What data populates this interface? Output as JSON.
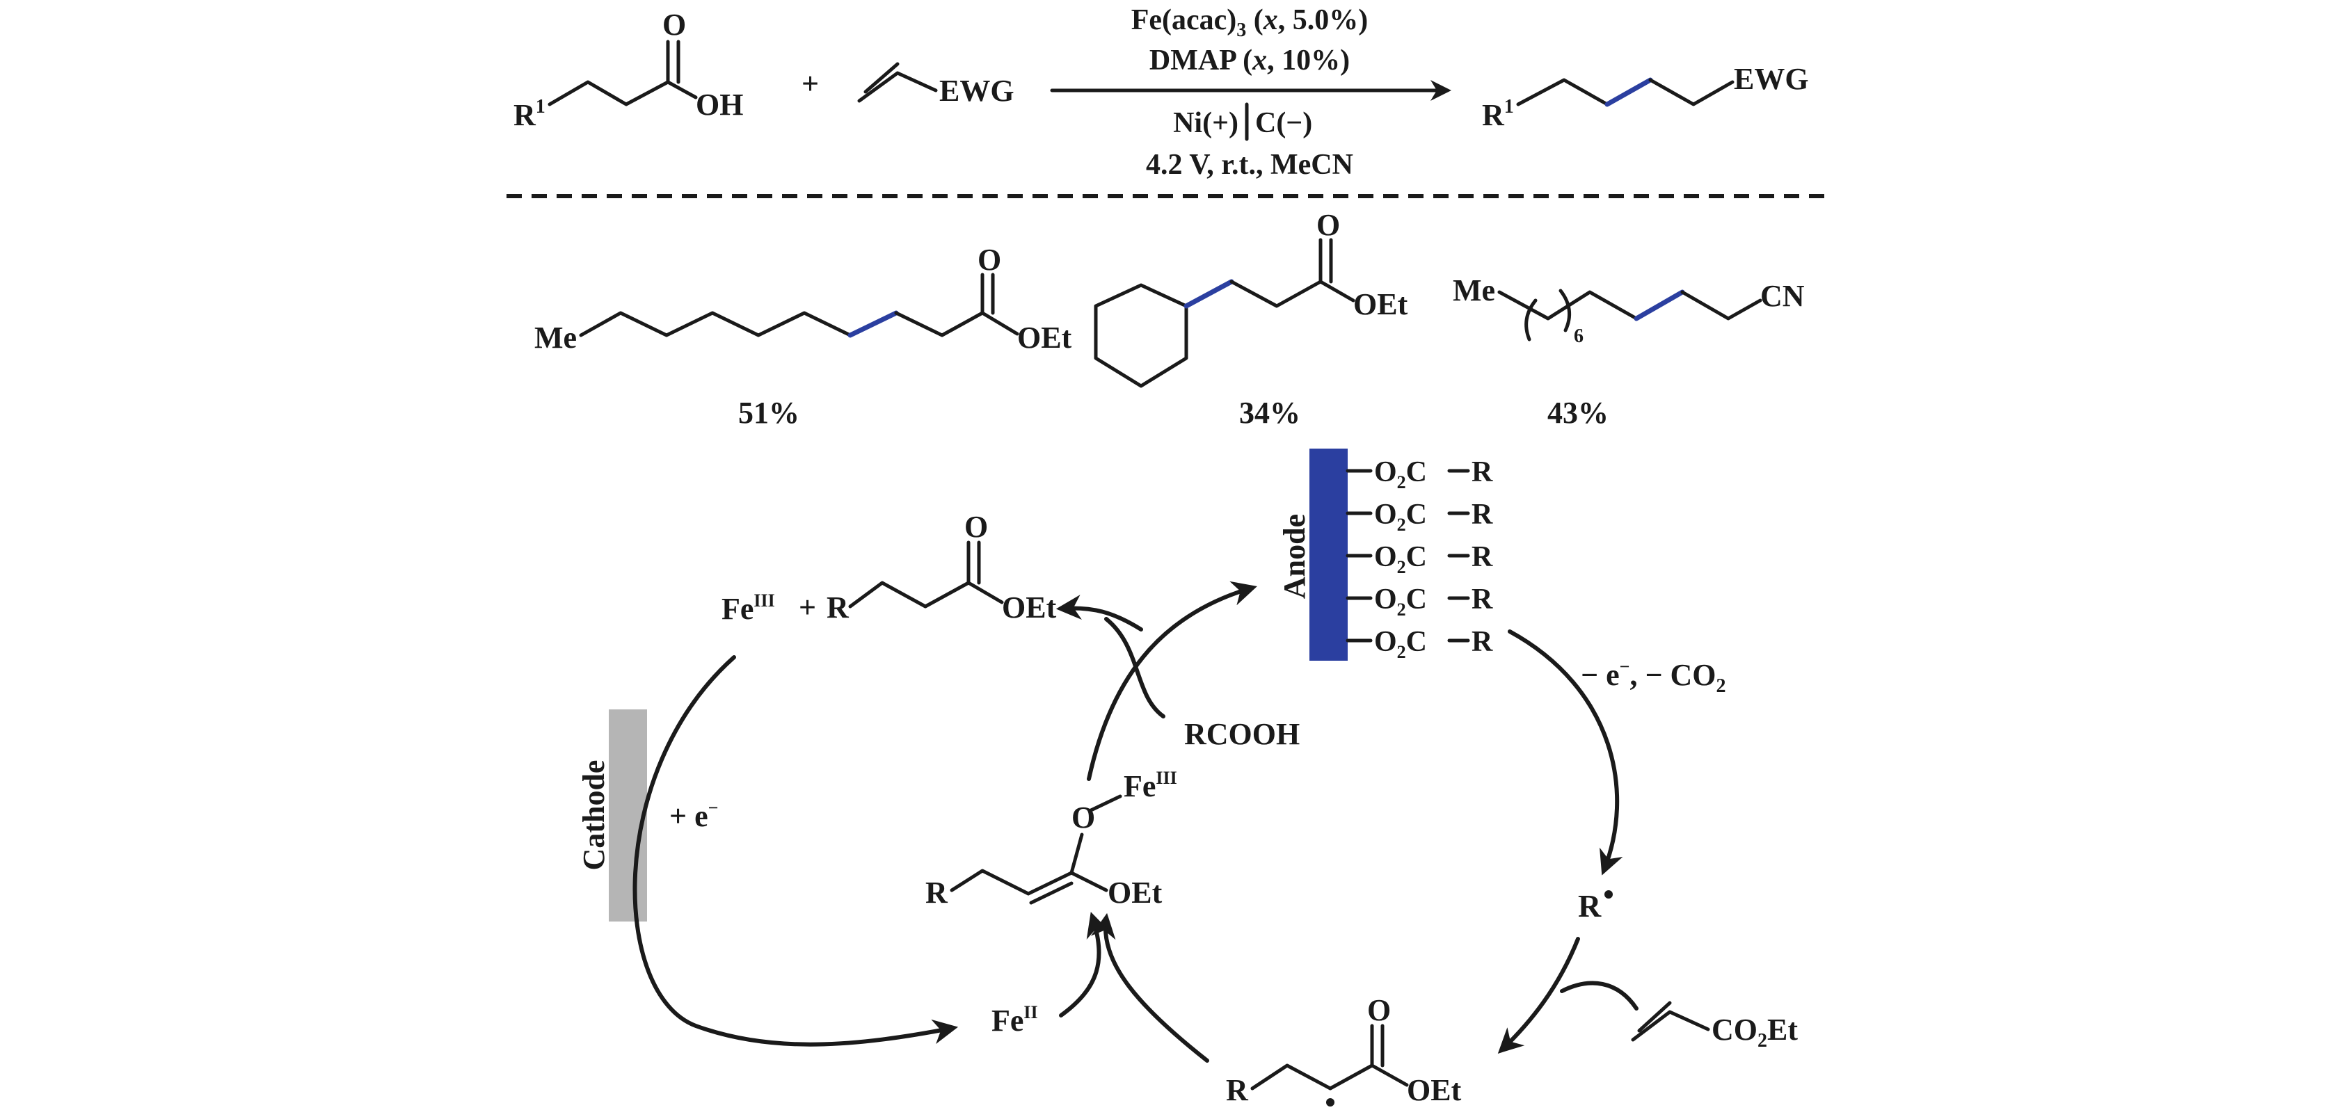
{
  "colors": {
    "ink": "#1a1a1a",
    "highlight_bond": "#2b3fa0",
    "anode": "#2b3fa0",
    "cathode": "#b5b5b5"
  },
  "top_reaction": {
    "r1": "R",
    "r1_sup": "1",
    "acid_O": "O",
    "acid_OH": "OH",
    "plus": "+",
    "alkene_ewg": "EWG",
    "cond1_pre": "Fe(acac)",
    "cond1_sub": "3",
    "cond1_x": "x",
    "cond1_post": ", 5.0%)",
    "cond2_pre": "DMAP (",
    "cond2_x": "x",
    "cond2_post": ", 10%)",
    "cond3_left": "Ni(+)",
    "cond3_right": "C(−)",
    "cond4": "4.2 V, r.t., MeCN",
    "product_r1": "R",
    "product_r1_sup": "1",
    "product_ewg": "EWG"
  },
  "examples": [
    {
      "left_group": "Me",
      "carbonyl_O": "O",
      "ester": "OEt",
      "yield": "51%"
    },
    {
      "carbonyl_O": "O",
      "ester": "OEt",
      "yield": "34%"
    },
    {
      "left_group": "Me",
      "repeat": "6",
      "end_group": "CN",
      "yield": "43%"
    }
  ],
  "cycle": {
    "fe_iii_product": "Fe",
    "fe_iii_product_sup": "III",
    "plus": "+",
    "product_R": "R",
    "product_O": "O",
    "product_OEt": "OEt",
    "anode_label": "Anode",
    "carboxylate": "O",
    "carboxylate_sub": "2",
    "carboxylate_C": "C",
    "carboxylate_R": "R",
    "electron_loss": "− e",
    "electron_loss_sup": "−",
    "co2_loss": ", − CO",
    "co2_sub": "2",
    "rcooh": "RCOOH",
    "radical_R": "R",
    "acrylate": "CO",
    "acrylate_sub": "2",
    "acrylate_end": "Et",
    "radical_adduct_R": "R",
    "radical_adduct_O": "O",
    "radical_adduct_OEt": "OEt",
    "enolate_R": "R",
    "enolate_O": "O",
    "enolate_Fe": "Fe",
    "enolate_Fe_sup": "III",
    "enolate_OEt": "OEt",
    "fe_ii": "Fe",
    "fe_ii_sup": "II",
    "cathode_label": "Cathode",
    "electron_gain": "+ e",
    "electron_gain_sup": "−"
  }
}
